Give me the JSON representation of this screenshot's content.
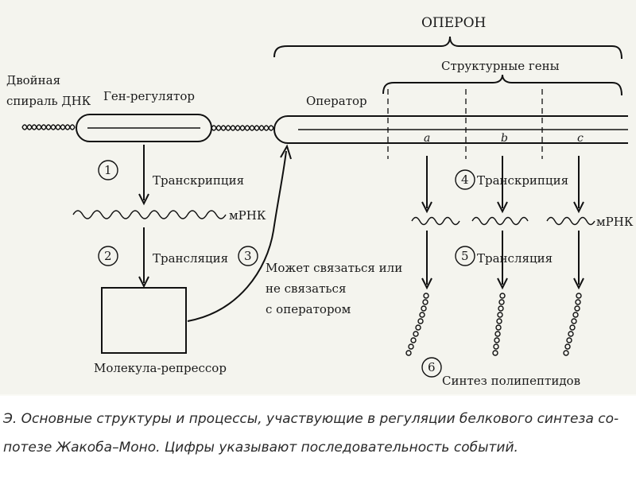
{
  "labels": {
    "operon": "ОПЕРОН",
    "structural_genes": "Структурные гены",
    "dna_line1": "Двойная",
    "dna_line2": "спираль ДНК",
    "regulator_gene": "Ген-регулятор",
    "operator": "Оператор",
    "gene_a": "a",
    "gene_b": "b",
    "gene_c": "c",
    "transcription_left": "Транскрипция",
    "mrna_left": "мРНК",
    "translation_left": "Трансляция",
    "repressor": "Молекула-репрессор",
    "may_bind_1": "Может связаться или",
    "may_bind_2": "не связаться",
    "may_bind_3": "с оператором",
    "transcription_right": "Транскрипция",
    "mrna_right": "мРНК",
    "translation_right": "Трансляция",
    "synthesis": "Синтез полипептидов"
  },
  "steps": [
    "1",
    "2",
    "3",
    "4",
    "5",
    "6"
  ],
  "caption": {
    "line1": "Э. Основные структуры и процессы, участвующие в регуляции белкового синтеза со-",
    "line2": "потезе Жакоба–Моно. Цифры указывают последовательность событий."
  }
}
